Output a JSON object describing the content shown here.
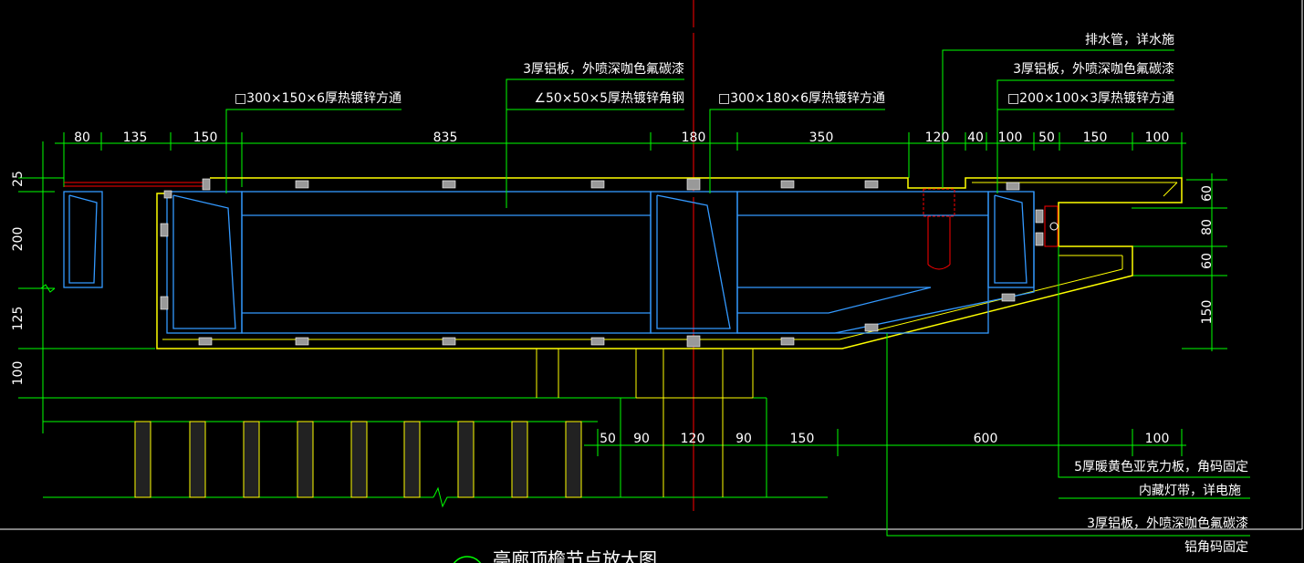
{
  "colors": {
    "background": "#000000",
    "dimension_line": "#00ff00",
    "outline": "#ffff00",
    "steel": "#3399ff",
    "centerline": "#ff0000",
    "text": "#ffffff"
  },
  "annotations": {
    "drain_pipe": "排水管，详水施",
    "alum_panel_top_right": "3厚铝板，外喷深咖色氟碳漆",
    "tube_200": "□200×100×3厚热镀锌方通",
    "alum_panel_top_center": "3厚铝板，外喷深咖色氟碳漆",
    "angle_steel": "∠50×50×5厚热镀锌角钢",
    "tube_300_150": "□300×150×6厚热镀锌方通",
    "tube_300_180": "□300×180×6厚热镀锌方通",
    "acrylic_panel": "5厚暖黄色亚克力板，角码固定",
    "light_strip": "内藏灯带，详电施",
    "alum_panel_bottom": "3厚铝板，外喷深咖色氟碳漆",
    "alum_corner": "铝角码固定"
  },
  "top_dims": [
    "80",
    "135",
    "150",
    "835",
    "180",
    "350",
    "120",
    "40",
    "100",
    "50",
    "150",
    "100"
  ],
  "bottom_dims": [
    "50",
    "90",
    "120",
    "90",
    "150",
    "600",
    "100"
  ],
  "left_dims": [
    "25",
    "200",
    "125",
    "100"
  ],
  "right_dims": [
    "60",
    "80",
    "60",
    "150"
  ],
  "title": "亭廊顶檐节点放大图"
}
